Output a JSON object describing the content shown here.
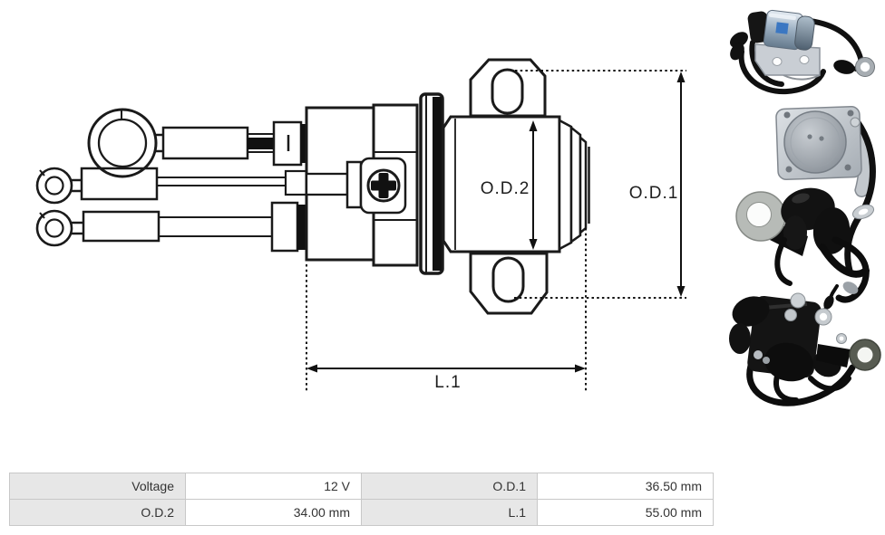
{
  "diagram": {
    "dim_od2": "O.D.2",
    "dim_od1": "O.D.1",
    "dim_l1": "L.1"
  },
  "spec_table": {
    "rows": [
      {
        "cells": [
          {
            "label": "Voltage",
            "value": "12 V"
          },
          {
            "label": "O.D.1",
            "value": "36.50 mm"
          }
        ]
      },
      {
        "cells": [
          {
            "label": "O.D.2",
            "value": "34.00 mm"
          },
          {
            "label": "L.1",
            "value": "55.00 mm"
          }
        ]
      }
    ]
  },
  "photos": [
    {
      "name": "solenoid-relay-front-photo"
    },
    {
      "name": "solenoid-flange-top-photo"
    },
    {
      "name": "solenoid-relay-back-photo"
    }
  ],
  "colors": {
    "line": "#1a1a1a",
    "table_label_bg": "#e7e7e7",
    "table_border": "#c8c8c8",
    "table_text": "#333333",
    "photo_metal": "#c6cbd1",
    "photo_chrome_blue": "#9fb2c4",
    "photo_black": "#141414",
    "photo_label_blue": "#3b77c2"
  }
}
